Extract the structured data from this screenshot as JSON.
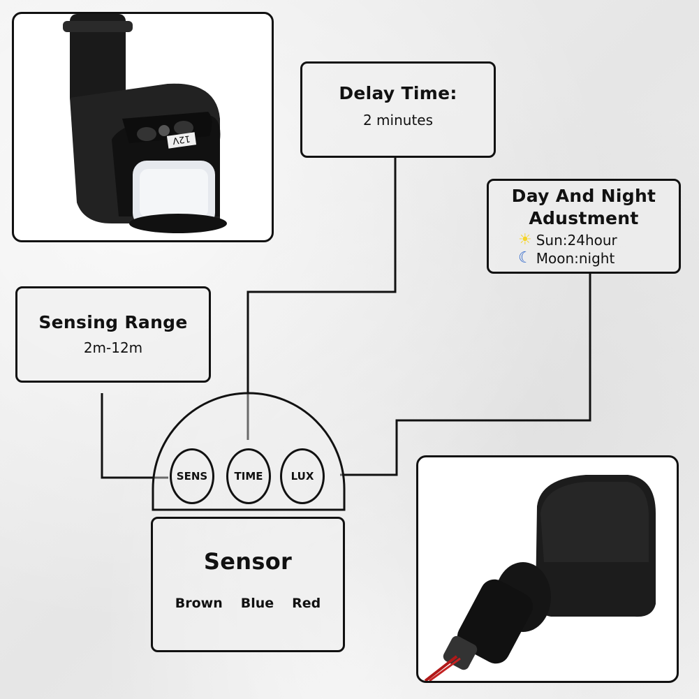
{
  "delay_time": {
    "title": "Delay Time:",
    "value": "2 minutes"
  },
  "day_night": {
    "title_line1": "Day And Night",
    "title_line2": "Adustment",
    "sun": {
      "icon": "sun-icon",
      "label": "Sun:24hour",
      "color": "#f5d42a"
    },
    "moon": {
      "icon": "moon-icon",
      "label": "Moon:night",
      "color": "#2b63c9"
    }
  },
  "sensing_range": {
    "title": "Sensing Range",
    "value": "2m-12m"
  },
  "control_panel": {
    "knobs": [
      {
        "label": "SENS"
      },
      {
        "label": "TIME"
      },
      {
        "label": "LUX"
      }
    ]
  },
  "sensor": {
    "title": "Sensor",
    "wires": [
      "Brown",
      "Blue",
      "Red"
    ]
  },
  "photos": {
    "top_left": {
      "label": "12V"
    },
    "bottom_right": {}
  }
}
